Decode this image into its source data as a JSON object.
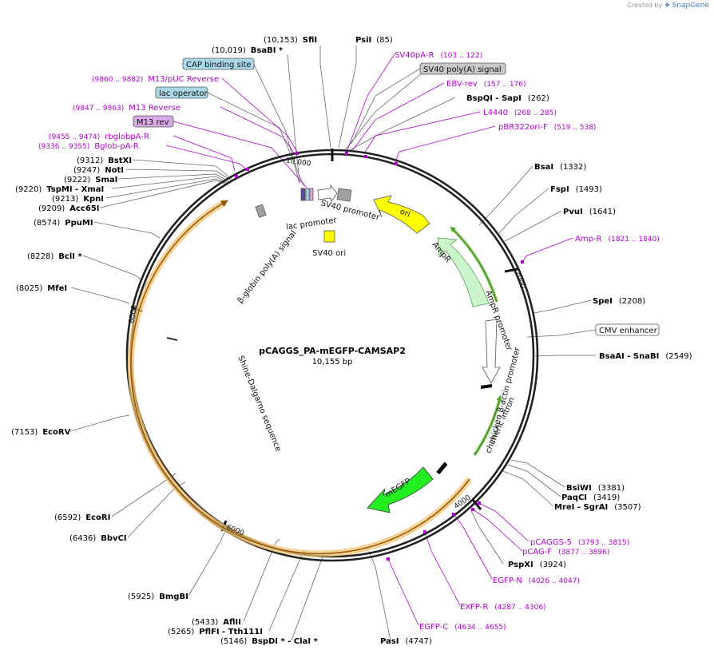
{
  "brand": {
    "created_by": "Created by",
    "app_name": "SnapGene"
  },
  "plasmid": {
    "name": "pCAGGS_PA-mEGFP-CAMSAP2",
    "length": "10,155 bp"
  },
  "ruler": [
    {
      "label": "10,000",
      "bp": 10000
    },
    {
      "label": "2000",
      "bp": 2000
    },
    {
      "label": "4000",
      "bp": 4000
    },
    {
      "label": "6000",
      "bp": 6000
    },
    {
      "label": "8000",
      "bp": 8000
    }
  ],
  "enzymes": [
    {
      "pos": "(10,153)",
      "name": "SfiI",
      "star": "",
      "bp": 10153
    },
    {
      "pos": "(85)",
      "name": "PsiI",
      "star": "",
      "bp": 85
    },
    {
      "pos": "(10,019)",
      "name": "BsaBI",
      "star": " *",
      "bp": 10019
    },
    {
      "pos": "(262)",
      "name": "BspQI - SapI",
      "star": "",
      "bp": 262
    },
    {
      "pos": "(1332)",
      "name": "BsaI",
      "star": "",
      "bp": 1332
    },
    {
      "pos": "(1493)",
      "name": "FspI",
      "star": "",
      "bp": 1493
    },
    {
      "pos": "(1641)",
      "name": "PvuI",
      "star": "",
      "bp": 1641
    },
    {
      "pos": "(2208)",
      "name": "SpeI",
      "star": "",
      "bp": 2208
    },
    {
      "pos": "(2549)",
      "name": "BsaAI - SnaBI",
      "star": "",
      "bp": 2549
    },
    {
      "pos": "(3381)",
      "name": "BsiWI",
      "star": "",
      "bp": 3381
    },
    {
      "pos": "(3419)",
      "name": "PaqCI",
      "star": "",
      "bp": 3419
    },
    {
      "pos": "(3507)",
      "name": "MreI - SgrAI",
      "star": "",
      "bp": 3507
    },
    {
      "pos": "(3924)",
      "name": "PspXI",
      "star": "",
      "bp": 3924
    },
    {
      "pos": "(4747)",
      "name": "PasI",
      "star": "",
      "bp": 4747
    },
    {
      "pos": "(5146)",
      "name": "BspDI * - ClaI",
      "star": " *",
      "bp": 5146
    },
    {
      "pos": "(5265)",
      "name": "PflFI - Tth111I",
      "star": "",
      "bp": 5265
    },
    {
      "pos": "(5433)",
      "name": "AflII",
      "star": "",
      "bp": 5433
    },
    {
      "pos": "(5925)",
      "name": "BmgBI",
      "star": "",
      "bp": 5925
    },
    {
      "pos": "(6436)",
      "name": "BbvCI",
      "star": "",
      "bp": 6436
    },
    {
      "pos": "(6592)",
      "name": "EcoRI",
      "star": "",
      "bp": 6592
    },
    {
      "pos": "(7153)",
      "name": "EcoRV",
      "star": "",
      "bp": 7153
    },
    {
      "pos": "(8025)",
      "name": "MfeI",
      "star": "",
      "bp": 8025
    },
    {
      "pos": "(8228)",
      "name": "BclI",
      "star": " *",
      "bp": 8228
    },
    {
      "pos": "(8574)",
      "name": "PpuMI",
      "star": "",
      "bp": 8574
    },
    {
      "pos": "(9209)",
      "name": "Acc65I",
      "star": "",
      "bp": 9209
    },
    {
      "pos": "(9213)",
      "name": "KpnI",
      "star": "",
      "bp": 9213
    },
    {
      "pos": "(9220)",
      "name": "TspMI - XmaI",
      "star": "",
      "bp": 9220
    },
    {
      "pos": "(9222)",
      "name": "SmaI",
      "star": "",
      "bp": 9222
    },
    {
      "pos": "(9247)",
      "name": "NotI",
      "star": "",
      "bp": 9247
    },
    {
      "pos": "(9312)",
      "name": "BstXI",
      "star": "",
      "bp": 9312
    }
  ],
  "primers": [
    {
      "name": "SV40pA-R",
      "range": "(103 .. 122)",
      "bp": 112
    },
    {
      "name": "EBV-rev",
      "range": "(157 .. 176)",
      "bp": 166
    },
    {
      "name": "L4440",
      "range": "(268 .. 285)",
      "bp": 276
    },
    {
      "name": "pBR322ori-F",
      "range": "(519 .. 538)",
      "bp": 528
    },
    {
      "name": "Amp-R",
      "range": "(1821 .. 1840)",
      "bp": 1830
    },
    {
      "name": "pCAGGS-5",
      "range": "(3793 .. 3815)",
      "bp": 3804
    },
    {
      "name": "pCAG-F",
      "range": "(3877 .. 3896)",
      "bp": 3886
    },
    {
      "name": "EGFP-N",
      "range": "(4026 .. 4047)",
      "bp": 4036
    },
    {
      "name": "EXFP-R",
      "range": "(4287 .. 4306)",
      "bp": 4296
    },
    {
      "name": "EGFP-C",
      "range": "(4634 .. 4655)",
      "bp": 4644
    },
    {
      "name": "rbglobpA-R",
      "range": "(9455 .. 9474)",
      "bp": 9464
    },
    {
      "name": "Bglob-pA-R",
      "range": "(9336 .. 9355)",
      "bp": 9345
    },
    {
      "name": "M13 Reverse",
      "range": "(9847 .. 9863)",
      "bp": 9855
    },
    {
      "name": "M13/pUC Reverse",
      "range": "(9860 .. 9882)",
      "bp": 9871
    }
  ],
  "boxed_labels": [
    {
      "name": "CAP binding site",
      "color": "#a8d8e8"
    },
    {
      "name": "lac operator",
      "color": "#a8d8e8"
    },
    {
      "name": "M13 rev",
      "color": "#d9a8e8"
    },
    {
      "name": "SV40 poly(A) signal",
      "color": "#c8c8c8"
    },
    {
      "name": "CMV enhancer",
      "color": "#ffffff"
    }
  ],
  "features": [
    {
      "name": "SV40 promoter"
    },
    {
      "name": "lac promoter"
    },
    {
      "name": "SV40 ori"
    },
    {
      "name": "ori"
    },
    {
      "name": "AmpR"
    },
    {
      "name": "AmpR promoter"
    },
    {
      "name": "chicken β-actin promoter"
    },
    {
      "name": "chimeric intron"
    },
    {
      "name": "mEGFP"
    },
    {
      "name": "β-globin poly(A) signal"
    },
    {
      "name": "Shine-Dalgarno sequence"
    }
  ],
  "colors": {
    "ori": "#ffff00",
    "ampr": "#ccf5cc",
    "ampr_edge": "#5a9a5a",
    "megfp": "#22ee22",
    "orange": "#f5a623",
    "primer": "#b000d0",
    "green_line": "#55aa22",
    "backbone": "#222222"
  }
}
